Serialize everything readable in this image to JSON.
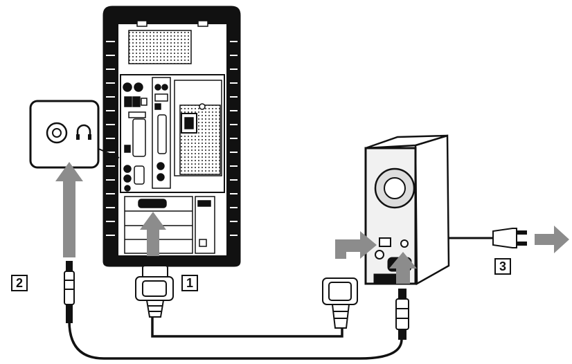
{
  "steps": [
    {
      "number": "1"
    },
    {
      "number": "2"
    },
    {
      "number": "3"
    }
  ],
  "colors": {
    "line": "#111111",
    "arrow": "#8c8c8c",
    "panel": "#ffffff",
    "vent": "#9a9a9a"
  },
  "icons": [
    "headphone-icon",
    "audio-jack-icon",
    "power-plug-icon"
  ]
}
